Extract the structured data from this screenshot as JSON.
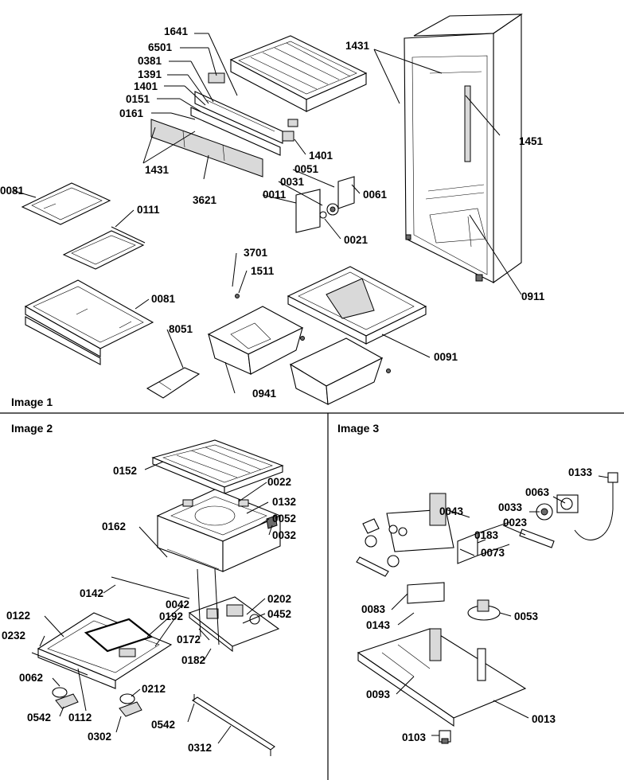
{
  "panels": [
    {
      "title": "Image 1"
    },
    {
      "title": "Image 2"
    },
    {
      "title": "Image 3"
    }
  ],
  "callouts_panel1": [
    "1641",
    "6501",
    "0381",
    "1391",
    "1401",
    "0151",
    "0161",
    "1431",
    "3621",
    "1431",
    "1451",
    "0081",
    "0111",
    "0051",
    "0031",
    "0011",
    "0061",
    "0021",
    "1401",
    "3701",
    "1511",
    "0081",
    "8051",
    "0911",
    "0941",
    "0091"
  ],
  "callouts_panel2": [
    "0152",
    "0022",
    "0132",
    "0052",
    "0032",
    "0162",
    "0142",
    "0202",
    "0452",
    "0042",
    "0192",
    "0122",
    "0232",
    "0062",
    "0172",
    "0182",
    "0212",
    "0542",
    "0112",
    "0302",
    "0542",
    "0312"
  ],
  "callouts_panel3": [
    "0133",
    "0063",
    "0033",
    "0043",
    "0023",
    "0183",
    "0073",
    "0083",
    "0143",
    "0053",
    "0093",
    "0013",
    "0103"
  ]
}
